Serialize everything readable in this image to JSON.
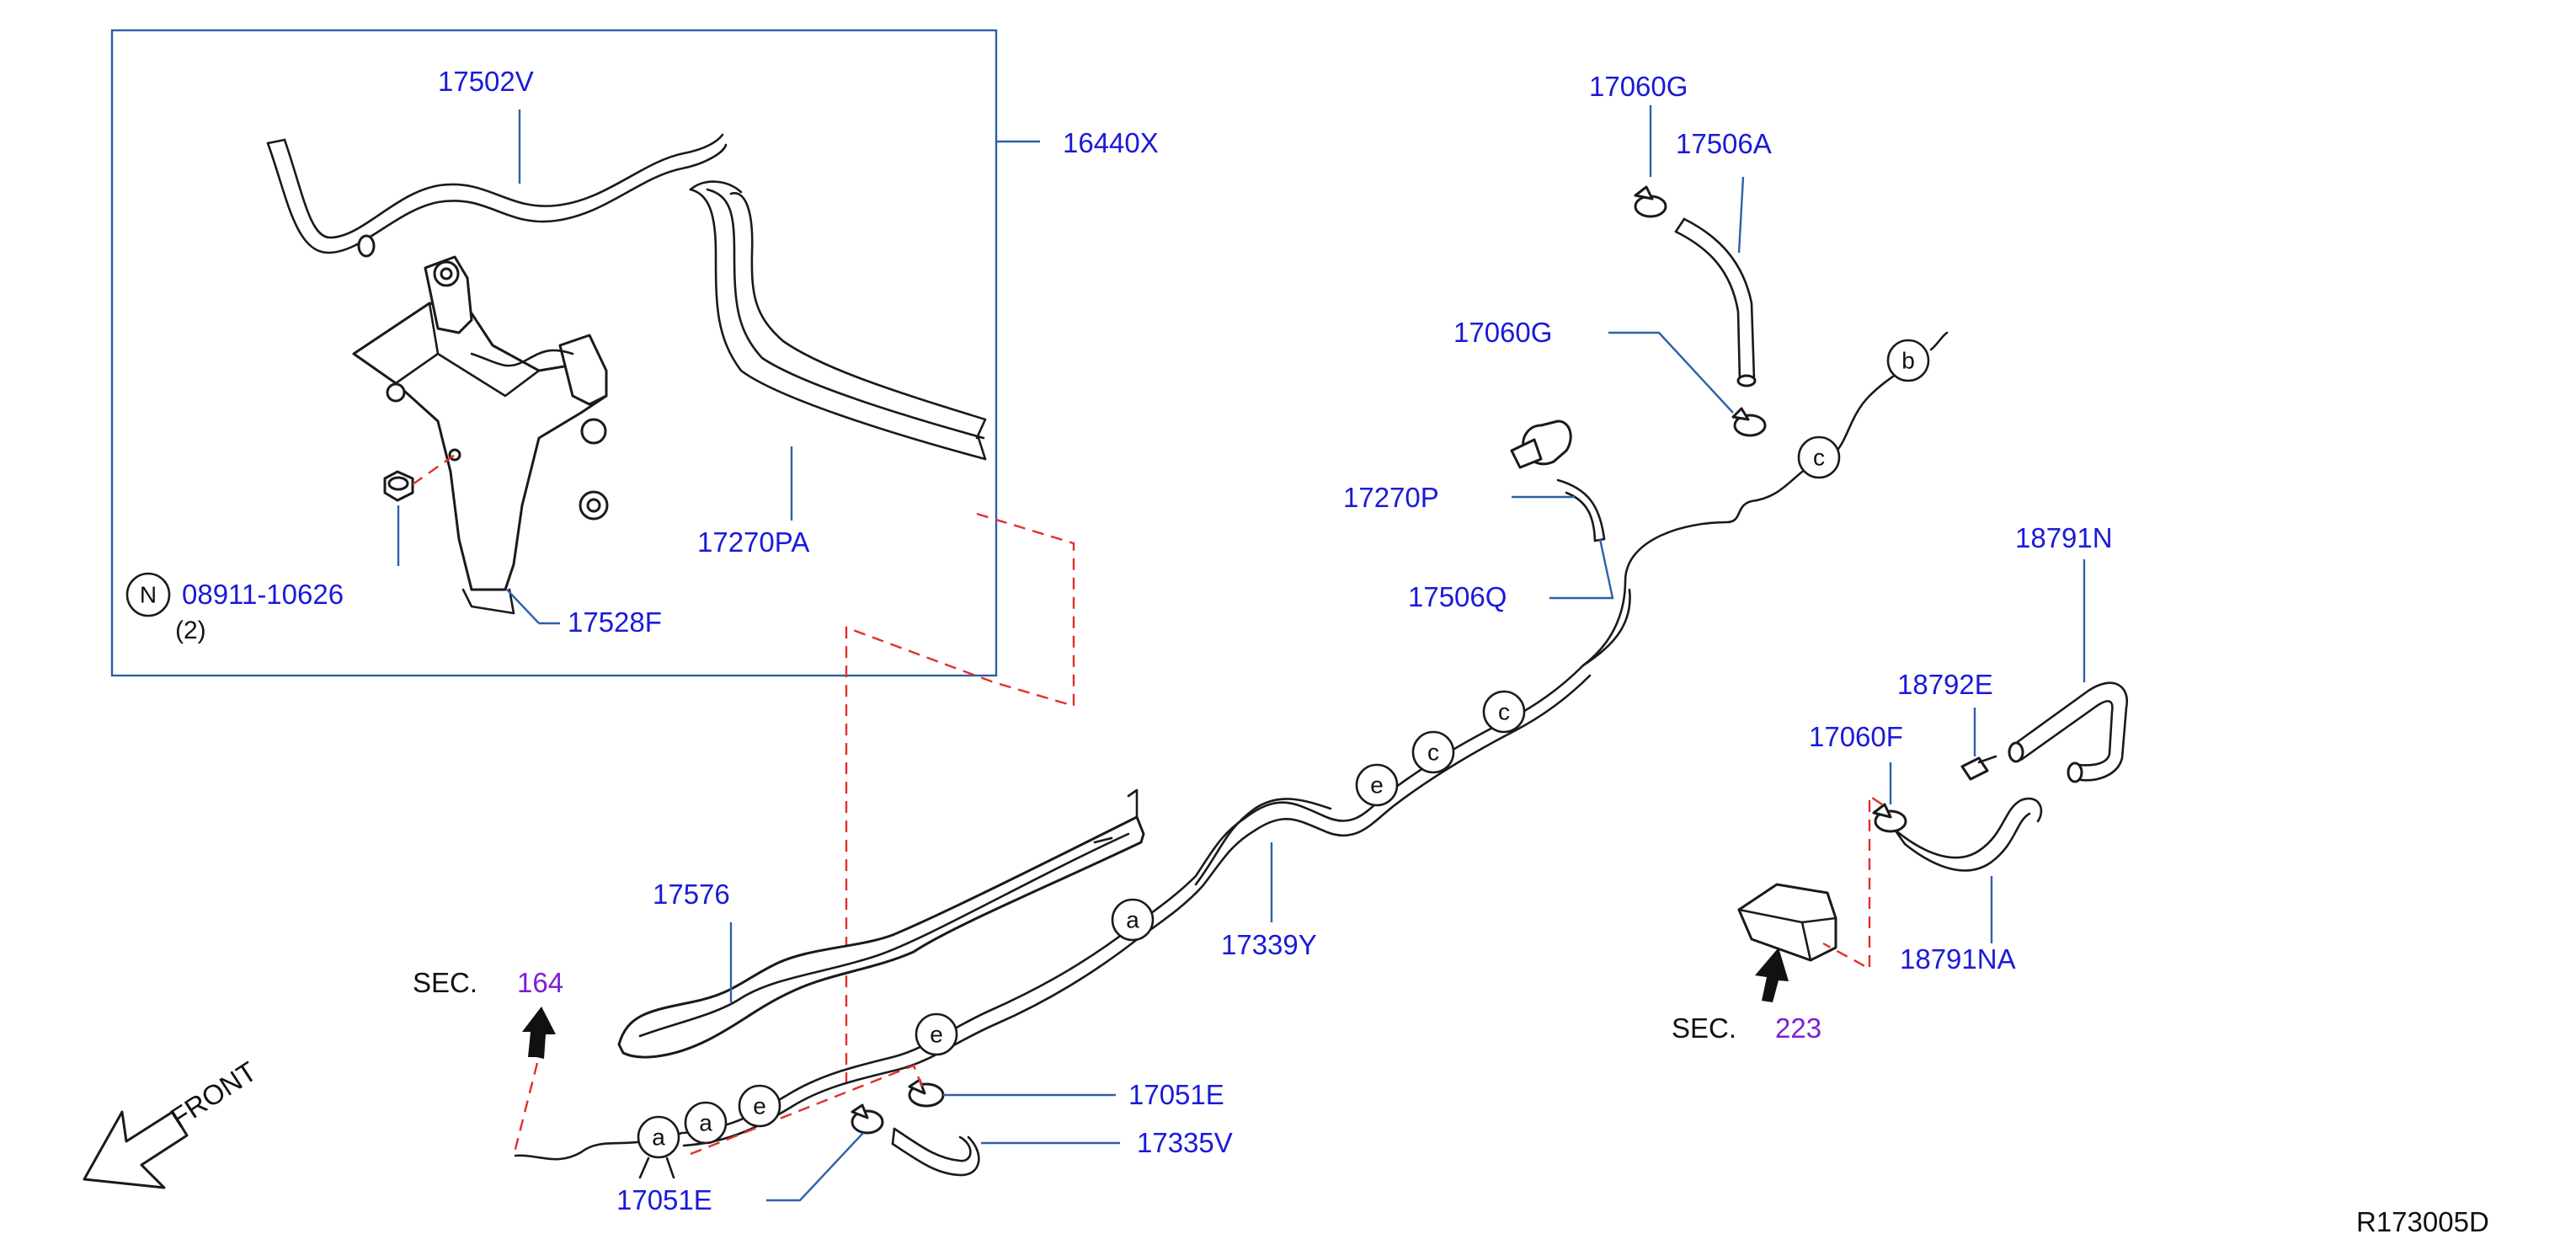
{
  "diagram_code": "R173005D",
  "front_label": "FRONT",
  "section_refs": [
    {
      "prefix": "SEC.",
      "number": "164"
    },
    {
      "prefix": "SEC.",
      "number": "223"
    }
  ],
  "callouts": {
    "p17502V": "17502V",
    "p16440X": "16440X",
    "p17270PA": "17270PA",
    "p08911": "08911-10626",
    "p08911_qty": "(2)",
    "p08911_symbol": "N",
    "p17528F": "17528F",
    "p17060G_top": "17060G",
    "p17506A": "17506A",
    "p17060G_mid": "17060G",
    "p17270P": "17270P",
    "p17506Q": "17506Q",
    "p18791N": "18791N",
    "p18792E": "18792E",
    "p17060F": "17060F",
    "p18791NA": "18791NA",
    "p17576": "17576",
    "p17339Y": "17339Y",
    "p17051E_right": "17051E",
    "p17335V": "17335V",
    "p17051E_bottom": "17051E"
  },
  "connection_points": {
    "a": "a",
    "b": "b",
    "c": "c",
    "e": "e"
  },
  "colors": {
    "callout_text": "#1a1ad9",
    "section_number": "#7a1fd6",
    "leader_line": "#2f5fa8",
    "dashed_line": "#e0302a",
    "outline": "#1a1a1a"
  }
}
